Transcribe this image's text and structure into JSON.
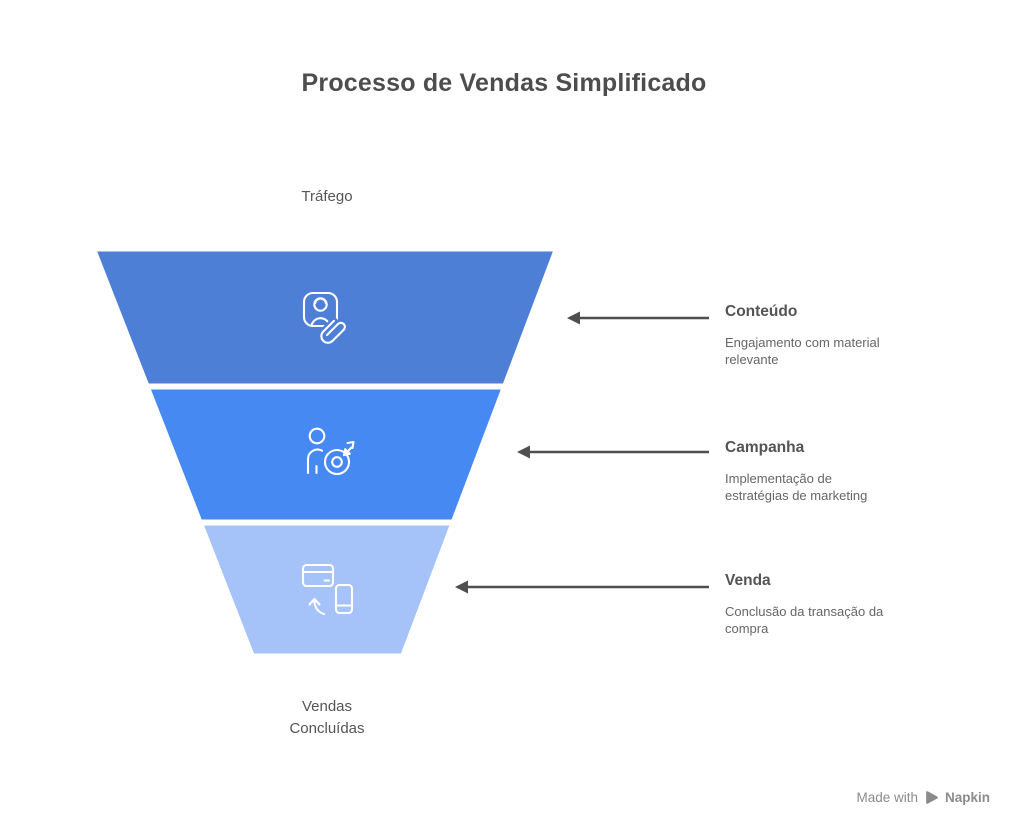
{
  "title": "Processo de Vendas Simplificado",
  "funnel": {
    "top_label": "Tráfego",
    "bottom_label": "Vendas\nConcluídas",
    "stages": [
      {
        "name": "Conteúdo",
        "description": "Engajamento com material\nrelevante",
        "color": "#4d7fd7",
        "icon": "user-attachment-icon"
      },
      {
        "name": "Campanha",
        "description": "Implementação de\nestratégias de marketing",
        "color": "#4689f3",
        "icon": "user-target-icon"
      },
      {
        "name": "Venda",
        "description": "Conclusão da transação da\ncompra",
        "color": "#a5c3f9",
        "icon": "card-phone-transfer-icon"
      }
    ]
  },
  "watermark": {
    "made_with": "Made with",
    "brand": "Napkin"
  }
}
